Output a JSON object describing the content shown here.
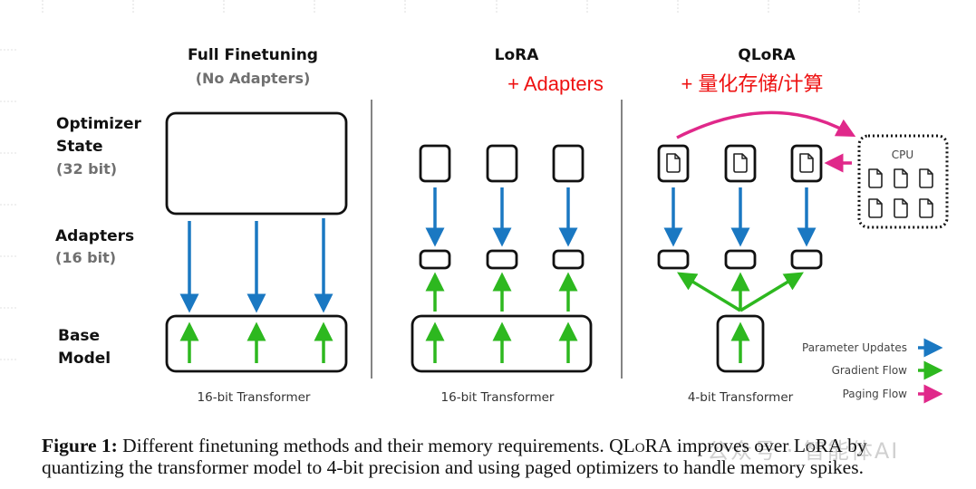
{
  "columns": [
    {
      "title": "Full Finetuning",
      "subtitle": "(No Adapters)",
      "footer": "16-bit Transformer"
    },
    {
      "title": "LoRA",
      "annotation": "+ Adapters",
      "footer": "16-bit Transformer"
    },
    {
      "title": "QLoRA",
      "annotation": "+ 量化存储/计算",
      "footer": "4-bit Transformer",
      "cpu_label": "CPU"
    }
  ],
  "rows": {
    "optimizer": {
      "label_line1": "Optimizer",
      "label_line2": "State",
      "bits": "(32 bit)"
    },
    "adapters": {
      "label": "Adapters",
      "bits": "(16 bit)"
    },
    "base": {
      "label_line1": "Base",
      "label_line2": "Model"
    }
  },
  "legend": [
    {
      "label": "Parameter Updates",
      "color": "#1a78c2"
    },
    {
      "label": "Gradient Flow",
      "color": "#2db81f"
    },
    {
      "label": "Paging Flow",
      "color": "#e0288a"
    }
  ],
  "colors": {
    "param_update": "#1a78c2",
    "gradient": "#2db81f",
    "paging": "#e0288a",
    "annotation_red": "#ee1111"
  },
  "caption": {
    "label": "Figure 1:",
    "line1_a": " Different finetuning methods and their memory requirements.  Q",
    "line1_sc1": "LoRA",
    "line1_b": " improves over ",
    "line1_sc2": "LoRA",
    "line1_c": " by",
    "line2": "quantizing the transformer model to 4-bit precision and using paged optimizers to handle memory spikes."
  },
  "watermark": "公众号 · 智能体AI"
}
